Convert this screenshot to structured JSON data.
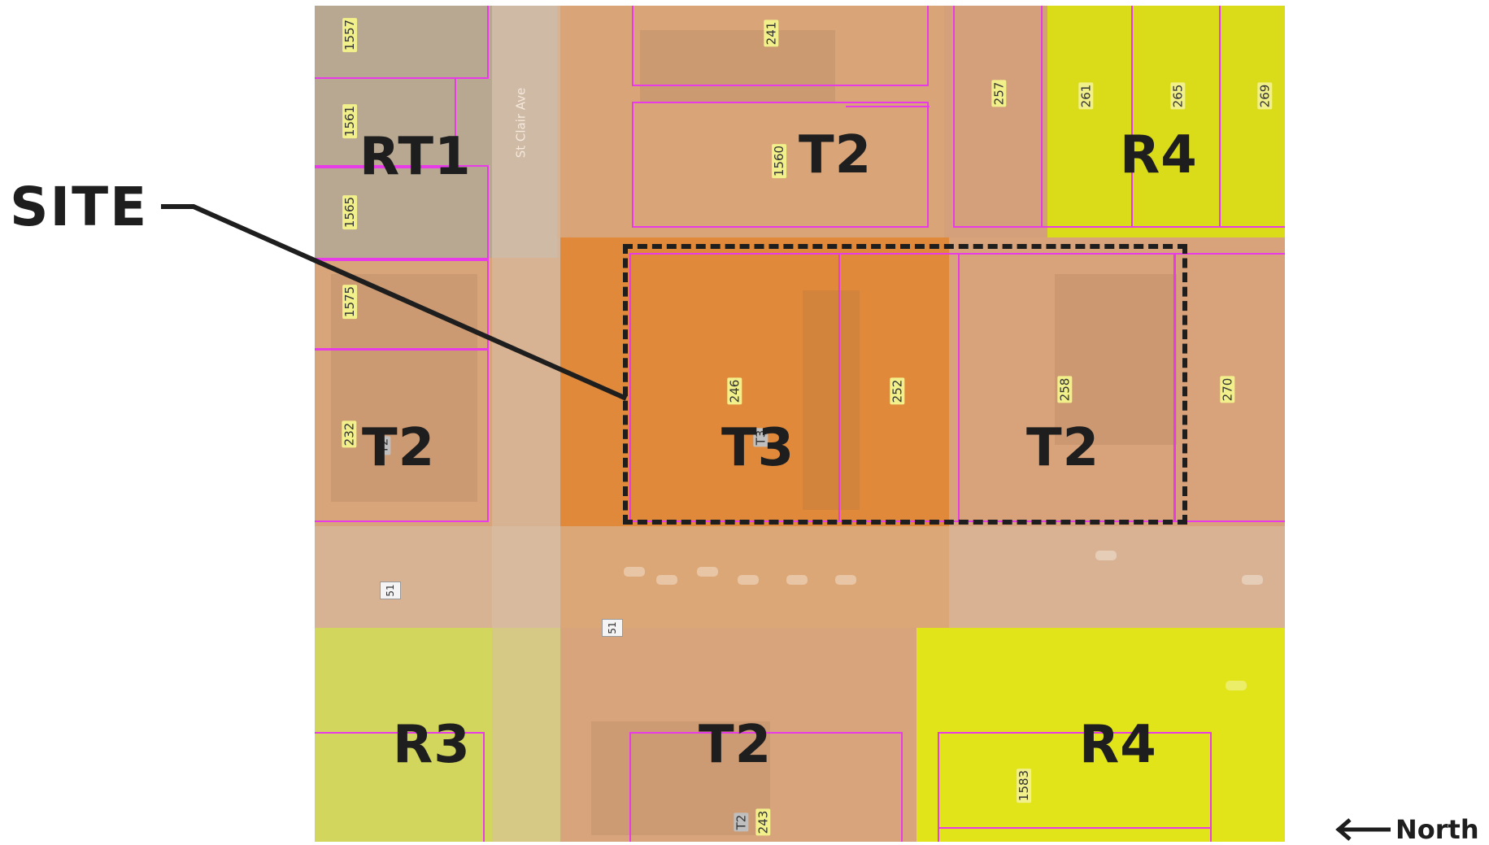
{
  "site_label": "SITE",
  "north_label": "North",
  "street_name": "St Clair Ave",
  "route_shields": [
    "51",
    "51"
  ],
  "zone_labels": {
    "rt1": "RT1",
    "t2_north": "T2",
    "r4_north": "R4",
    "t2_west": "T2",
    "t3_site": "T3",
    "t2_site": "T2",
    "r3_south": "R3",
    "t2_south": "T2",
    "r4_south": "R4"
  },
  "small_zone_tags": [
    "T2",
    "T3",
    "T2"
  ],
  "parcel_numbers": {
    "p1557": "1557",
    "p1561": "1561",
    "p1565": "1565",
    "p1575": "1575",
    "p232": "232",
    "p241": "241",
    "p1560": "1560",
    "p257": "257",
    "p261": "261",
    "p265": "265",
    "p269": "269",
    "p246": "246",
    "p252": "252",
    "p258": "258",
    "p270": "270",
    "p243": "243",
    "p1583": "1583"
  },
  "colors": {
    "zone_orange": "#e8a060",
    "zone_orange_dark": "#e08a3c",
    "zone_yellow_bright": "#e4e61a",
    "zone_yellow_light": "#d6da4c",
    "parcel_line": "#e63be6",
    "label": "#1e1e1e",
    "address_tag": "#f2f08a"
  }
}
